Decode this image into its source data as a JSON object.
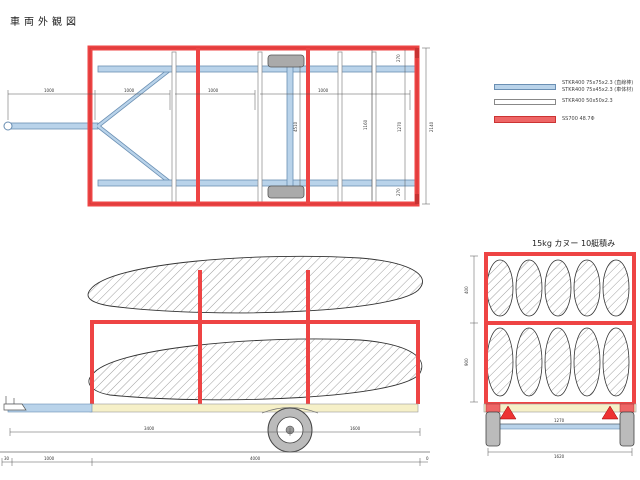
{
  "title": "車両外観図",
  "legend": [
    {
      "lines": [
        "STKR400 75x75x2.3 (直線棒)",
        "STKR400 75x45x2.3 (車体材)"
      ],
      "color": "#b9d3ea",
      "border": "#6a8fb3"
    },
    {
      "lines": [
        "STKR400 50x50x2.3"
      ],
      "color": "#ffffff",
      "border": "#888888"
    },
    {
      "lines": [
        "SS700 48.7Φ"
      ],
      "color": "#ee6666",
      "border": "#cc3333"
    }
  ],
  "canoe_caption": "15kg カヌー 10艇積み",
  "dims": {
    "plan_tongue": "1000",
    "plan_a_frame": "1000",
    "plan_mid": "1000",
    "plan_rear": "1000",
    "plan_w_top": "270",
    "plan_w_mid": "1160",
    "plan_w_inner": "1270",
    "plan_w_bot": "270",
    "plan_w_axle": "4510",
    "plan_w_total": "2140",
    "side_front": "3400",
    "side_rear": "1600",
    "side_hitch": "30",
    "side_tongue": "1000",
    "side_total": "4000",
    "rear_top": "400",
    "rear_bottom": "900",
    "rear_inner": "1270",
    "rear_total": "1620"
  },
  "colors": {
    "red": "#ee4444",
    "red_dark": "#c83232",
    "blue": "#b9d3ea",
    "blue_dark": "#6a8fb3",
    "yellow": "#f6f0c8"
  }
}
